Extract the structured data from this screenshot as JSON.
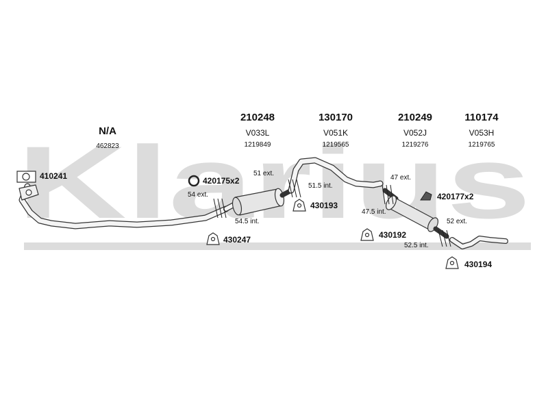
{
  "watermark": {
    "text": "Klarius",
    "color": "#d9d9d9"
  },
  "columns": [
    {
      "part_no": "N/A",
      "code": "",
      "ref": "462823"
    },
    {
      "part_no": "210248",
      "code": "V033L",
      "ref": "1219849"
    },
    {
      "part_no": "130170",
      "code": "V051K",
      "ref": "1219565"
    },
    {
      "part_no": "210249",
      "code": "V052J",
      "ref": "1219276"
    },
    {
      "part_no": "110174",
      "code": "V053H",
      "ref": "1219765"
    }
  ],
  "accessories": {
    "a410241": {
      "label": "410241",
      "icon": "flange-gasket-icon"
    },
    "a420175": {
      "label": "420175x2",
      "icon": "sealing-ring-icon"
    },
    "a430193": {
      "label": "430193",
      "icon": "rubber-mount-icon"
    },
    "a430247": {
      "label": "430247",
      "icon": "rubber-mount-icon"
    },
    "a430192": {
      "label": "430192",
      "icon": "rubber-mount-icon"
    },
    "a420177": {
      "label": "420177x2",
      "icon": "clamp-icon"
    },
    "a430194": {
      "label": "430194",
      "icon": "rubber-mount-icon"
    }
  },
  "dimensions": {
    "d1": "54 ext.",
    "d2": "54.5 int.",
    "d3": "51 ext.",
    "d4": "51.5 int.",
    "d5": "47 ext.",
    "d6": "47.5 int.",
    "d7": "52 ext.",
    "d8": "52.5 int."
  },
  "colors": {
    "line": "#333333",
    "pipe_fill": "#f4f4f4",
    "muffler_fill": "#e6e6e6"
  }
}
